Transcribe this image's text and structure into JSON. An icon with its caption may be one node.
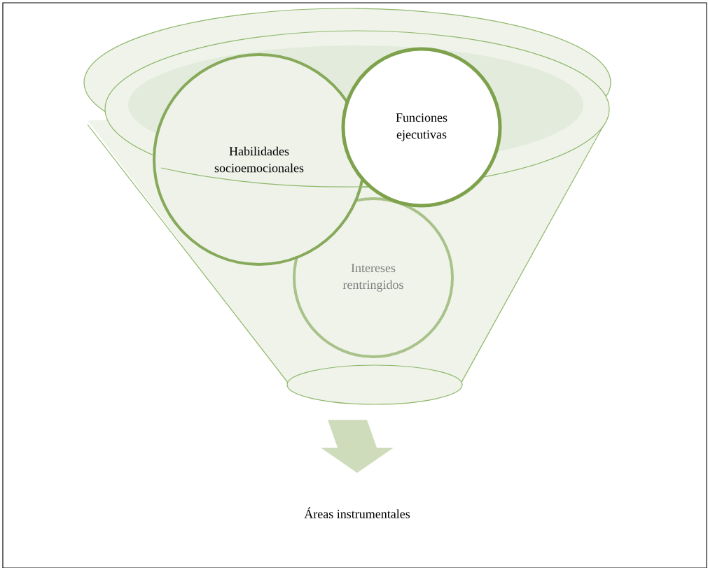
{
  "diagram": {
    "nodes": [
      {
        "text": [],
        "shape": "funnel"
      },
      {
        "text": [
          "Habilidades socioemocionales"
        ]
      },
      {
        "text": [
          "Funciones ejecutivas"
        ]
      },
      {
        "text": [
          "Intereses rentringidos"
        ],
        "in": 0
      },
      {
        "text": [
          "Áreas instrumentales"
        ]
      }
    ],
    "edges": [
      {
        "from": 0,
        "to": 4,
        "arrow": "to",
        "style": "thick",
        "color": "#cfdcbc"
      }
    ]
  }
}
